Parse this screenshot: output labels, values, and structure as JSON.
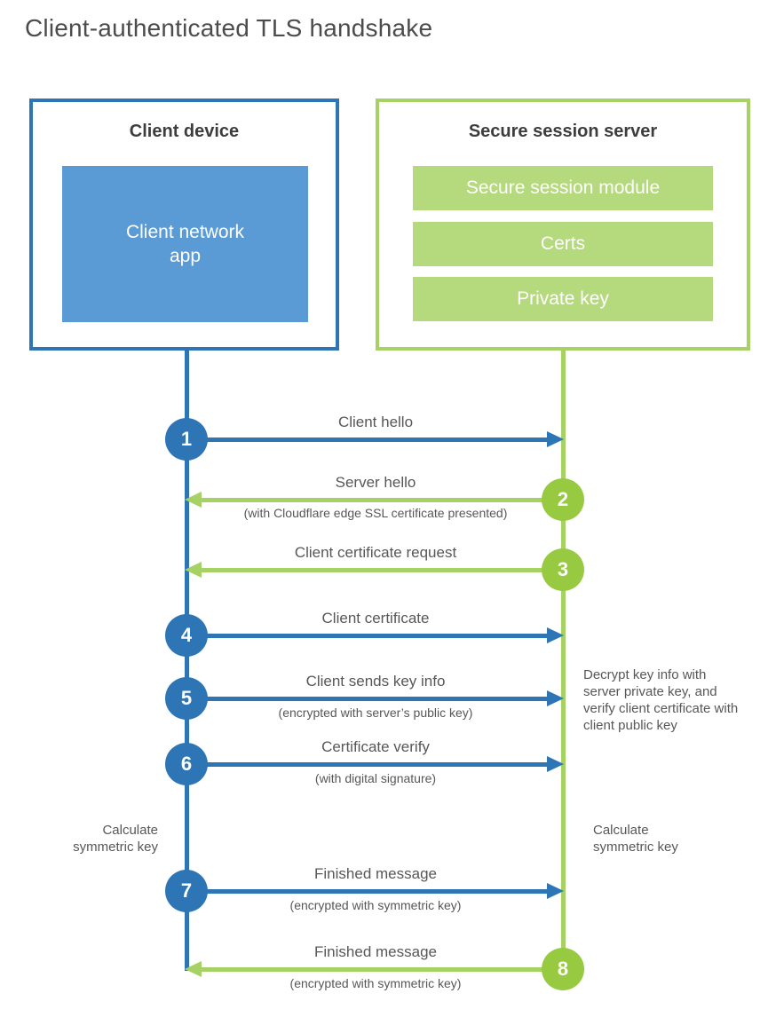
{
  "title": "Client-authenticated TLS handshake",
  "colors": {
    "blue": "#2e75b6",
    "blue_fill": "#5b9bd5",
    "green_line": "#a6d164",
    "green_fill": "#b5d97d",
    "green_circle": "#97ca40",
    "heading_text": "#3d3d3d",
    "label_text": "#575757"
  },
  "client": {
    "title": "Client device",
    "app_label": "Client network app"
  },
  "server": {
    "title": "Secure session server",
    "modules": [
      "Secure session module",
      "Certs",
      "Private key"
    ]
  },
  "messages": [
    {
      "number": "1",
      "from": "client",
      "label": "Client hello"
    },
    {
      "number": "2",
      "from": "server",
      "label": "Server hello",
      "sublabel": "(with Cloudflare edge SSL certificate presented)"
    },
    {
      "number": "3",
      "from": "server",
      "label": "Client certificate request"
    },
    {
      "number": "4",
      "from": "client",
      "label": "Client certificate"
    },
    {
      "number": "5",
      "from": "client",
      "label": "Client sends key info",
      "sublabel": "(encrypted with server’s public key)"
    },
    {
      "number": "6",
      "from": "client",
      "label": "Certificate verify",
      "sublabel": "(with digital signature)"
    },
    {
      "number": "7",
      "from": "client",
      "label": "Finished message",
      "sublabel": "(encrypted with symmetric key)"
    },
    {
      "number": "8",
      "from": "server",
      "label": "Finished message",
      "sublabel": "(encrypted with symmetric key)"
    }
  ],
  "notes": {
    "decrypt": "Decrypt key info with server private key, and verify client certificate with client public key",
    "calc_left": "Calculate symmetric key",
    "calc_right": "Calculate symmetric key"
  }
}
